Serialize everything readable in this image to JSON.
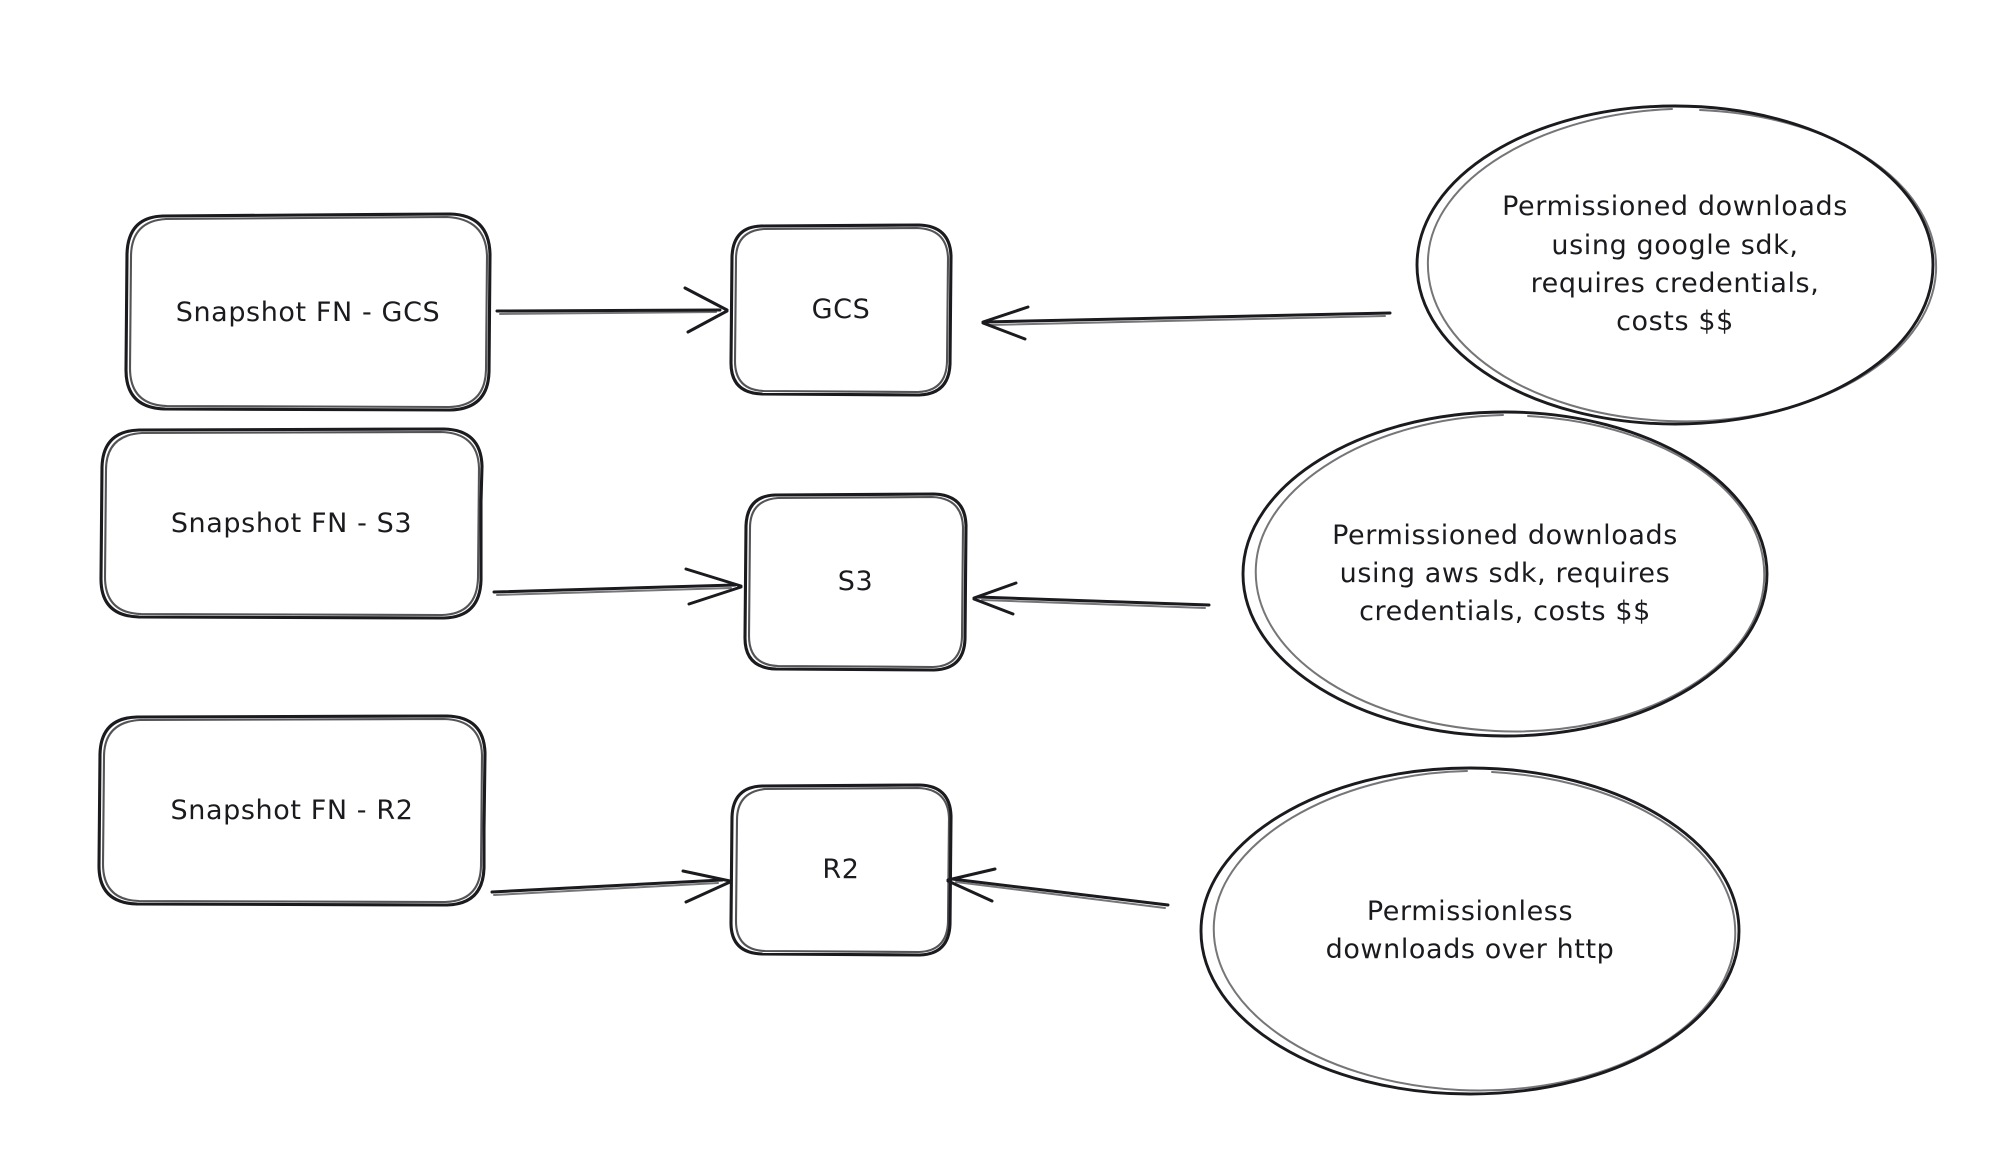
{
  "diagram": {
    "type": "flow-diagram",
    "style": "hand-drawn-sketch",
    "background_color": "#ffffff",
    "stroke_color": "#1b1b1f",
    "text_color": "#1b1b1f",
    "rows": [
      {
        "id": "row-gcs",
        "source_label": "Snapshot FN - GCS",
        "target_label": "GCS",
        "note_label": "Permissioned downloads\nusing google sdk,\nrequires credentials,\ncosts $$"
      },
      {
        "id": "row-s3",
        "source_label": "Snapshot FN - S3",
        "target_label": "S3",
        "note_label": "Permissioned downloads\nusing aws sdk, requires\ncredentials, costs $$"
      },
      {
        "id": "row-r2",
        "source_label": "Snapshot FN - R2",
        "target_label": "R2",
        "note_label": "Permissionless\ndownloads over http"
      }
    ]
  }
}
